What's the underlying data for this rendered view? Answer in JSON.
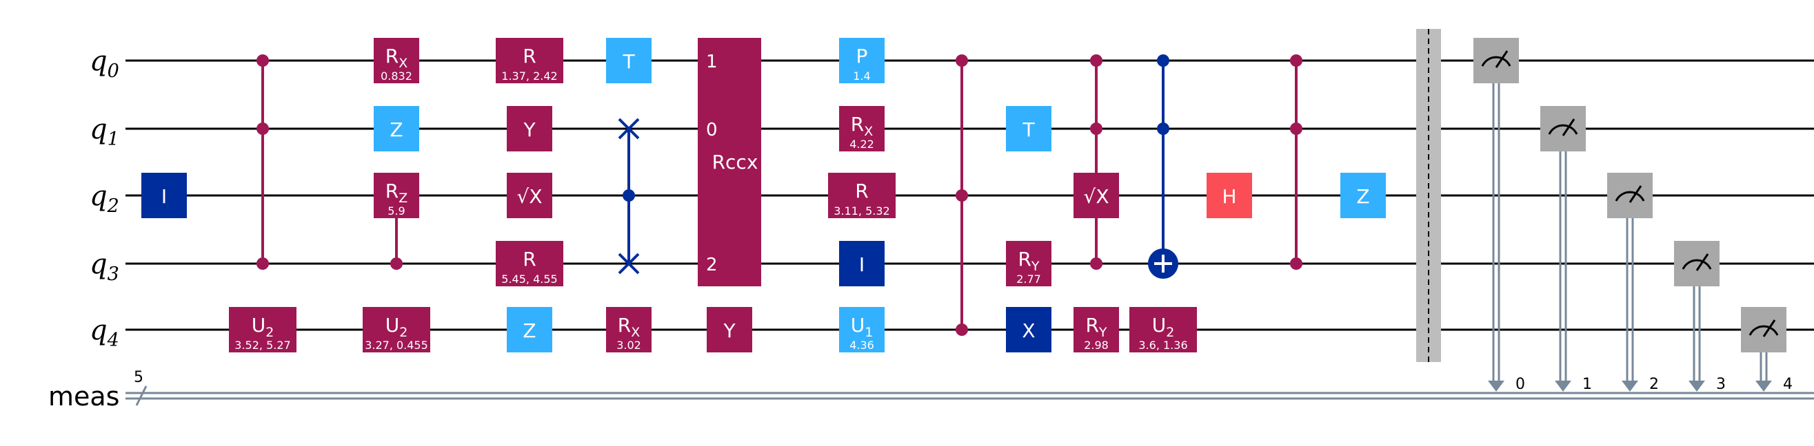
{
  "wires": [
    {
      "name": "q",
      "sub": "0"
    },
    {
      "name": "q",
      "sub": "1"
    },
    {
      "name": "q",
      "sub": "2"
    },
    {
      "name": "q",
      "sub": "3"
    },
    {
      "name": "q",
      "sub": "4"
    }
  ],
  "classical": {
    "name": "meas",
    "width": "5",
    "bits": [
      "0",
      "1",
      "2",
      "3",
      "4"
    ]
  },
  "colors": {
    "crimson": "#9f1853",
    "light_blue": "#33b1ff",
    "navy": "#002d9c",
    "red": "#fa4d56",
    "measure_gray": "#a8a8a8",
    "barrier_gray": "#bdbdbd",
    "classical_wire": "#778899"
  },
  "gates": [
    {
      "col": 0,
      "wire": 2,
      "label": "I",
      "color": "navy"
    },
    {
      "col": 2,
      "wire": 0,
      "label": "R",
      "sub": "X",
      "param": "0.832",
      "color": "crimson"
    },
    {
      "col": 2,
      "wire": 1,
      "label": "Z",
      "color": "light_blue"
    },
    {
      "col": 2,
      "wire": 2,
      "label": "R",
      "sub": "Z",
      "param": "5.9",
      "color": "crimson"
    },
    {
      "col": 2,
      "wire": 4,
      "label": "U",
      "sub": "2",
      "param": "3.27, 0.455",
      "color": "crimson",
      "wide": true
    },
    {
      "col": 1,
      "wire": 4,
      "label": "U",
      "sub": "2",
      "param": "3.52, 5.27",
      "color": "crimson",
      "wide": true
    },
    {
      "col": 3,
      "wire": 0,
      "label": "R",
      "param": "1.37, 2.42",
      "color": "crimson",
      "wide": true
    },
    {
      "col": 3,
      "wire": 1,
      "label": "Y",
      "color": "crimson"
    },
    {
      "col": 3,
      "wire": 2,
      "label": "√X",
      "color": "crimson"
    },
    {
      "col": 3,
      "wire": 3,
      "label": "R",
      "param": "5.45, 4.55",
      "color": "crimson",
      "wide": true
    },
    {
      "col": 4,
      "wire": 4,
      "label": "Z",
      "color": "light_blue"
    },
    {
      "col": 5,
      "wire": 0,
      "label": "T",
      "color": "light_blue"
    },
    {
      "col": 5,
      "wire": 4,
      "label": "R",
      "sub": "X",
      "param": "3.02",
      "color": "crimson"
    },
    {
      "col": 6,
      "wire": 4,
      "label": "Y",
      "color": "crimson"
    },
    {
      "col": 7,
      "wire": 0,
      "label": "P",
      "param": "1.4",
      "color": "light_blue"
    },
    {
      "col": 7,
      "wire": 1,
      "label": "R",
      "sub": "X",
      "param": "4.22",
      "color": "crimson"
    },
    {
      "col": 7,
      "wire": 2,
      "label": "R",
      "param": "3.11, 5.32",
      "color": "crimson",
      "wide": true
    },
    {
      "col": 7,
      "wire": 3,
      "label": "I",
      "color": "navy"
    },
    {
      "col": 7,
      "wire": 4,
      "label": "U",
      "sub": "1",
      "param": "4.36",
      "color": "light_blue"
    },
    {
      "col": 9,
      "wire": 1,
      "label": "T",
      "color": "light_blue"
    },
    {
      "col": 9,
      "wire": 3,
      "label": "R",
      "sub": "Y",
      "param": "2.77",
      "color": "crimson"
    },
    {
      "col": 9,
      "wire": 4,
      "label": "X",
      "color": "navy"
    },
    {
      "col": 10,
      "wire": 2,
      "label": "√X",
      "color": "crimson"
    },
    {
      "col": 10,
      "wire": 4,
      "label": "R",
      "sub": "Y",
      "param": "2.98",
      "color": "crimson"
    },
    {
      "col": 11,
      "wire": 4,
      "label": "U",
      "sub": "2",
      "param": "3.6, 1.36",
      "color": "crimson",
      "wide": true
    },
    {
      "col": 12,
      "wire": 2,
      "label": "H",
      "color": "red"
    },
    {
      "col": 14,
      "wire": 2,
      "label": "Z",
      "color": "light_blue"
    }
  ],
  "multi_gate": {
    "label": "Rccx",
    "wires": [
      0,
      3
    ],
    "pins": [
      {
        "wire": 0,
        "label": "1"
      },
      {
        "wire": 1,
        "label": "0"
      },
      {
        "wire": 3,
        "label": "2"
      }
    ],
    "color": "crimson"
  },
  "controls": [
    {
      "col": "cz1",
      "wires": [
        0,
        1,
        3
      ],
      "color": "crimson"
    },
    {
      "col": "crz",
      "wires": [
        2,
        3
      ],
      "color": "crimson",
      "dot": 3
    },
    {
      "col": "cswap",
      "swap": [
        1,
        3
      ],
      "dot": 2,
      "color": "navy"
    },
    {
      "col": "cz2",
      "wires": [
        0,
        2,
        4
      ],
      "color": "crimson"
    },
    {
      "col": "csx",
      "wires": [
        0,
        1,
        3
      ],
      "color": "crimson",
      "dots": [
        0,
        1,
        3
      ]
    },
    {
      "col": "ccx",
      "dots": [
        0,
        1
      ],
      "target": 3,
      "color": "navy"
    },
    {
      "col": "cz3",
      "wires": [
        0,
        1,
        3
      ],
      "color": "crimson"
    }
  ],
  "measure_count": 5
}
